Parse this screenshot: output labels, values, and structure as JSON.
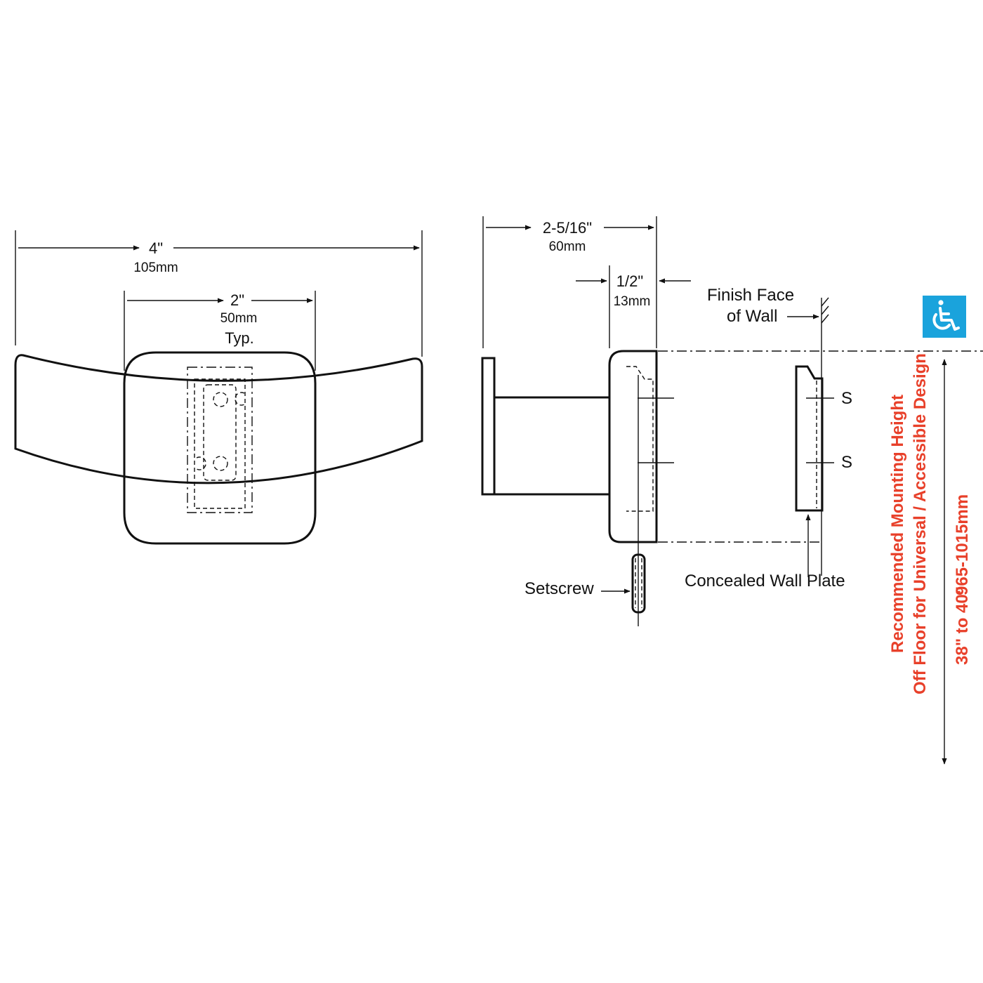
{
  "front_view": {
    "overall_width": {
      "imperial": "4\"",
      "metric": "105mm"
    },
    "hook_spacing": {
      "imperial": "2\"",
      "metric": "50mm",
      "note": "Typ."
    }
  },
  "side_view": {
    "projection": {
      "imperial": "2-5/16\"",
      "metric": "60mm"
    },
    "base_depth": {
      "imperial": "1/2\"",
      "metric": "13mm"
    },
    "finish_face_line1": "Finish Face",
    "finish_face_line2": "of Wall",
    "screw_mark_1": "S",
    "screw_mark_2": "S",
    "setscrew_label": "Setscrew",
    "wall_plate_label": "Concealed Wall Plate"
  },
  "mounting_height": {
    "line1": "Recommended Mounting Height",
    "line2": "Off Floor for Universal / Accessible Design",
    "range_imperial": "38\" to 40\"",
    "range_metric": "965-1015mm",
    "text_color": "#e8402a"
  },
  "accessibility_badge": {
    "icon": "wheelchair-icon",
    "background": "#1aa3dc"
  }
}
